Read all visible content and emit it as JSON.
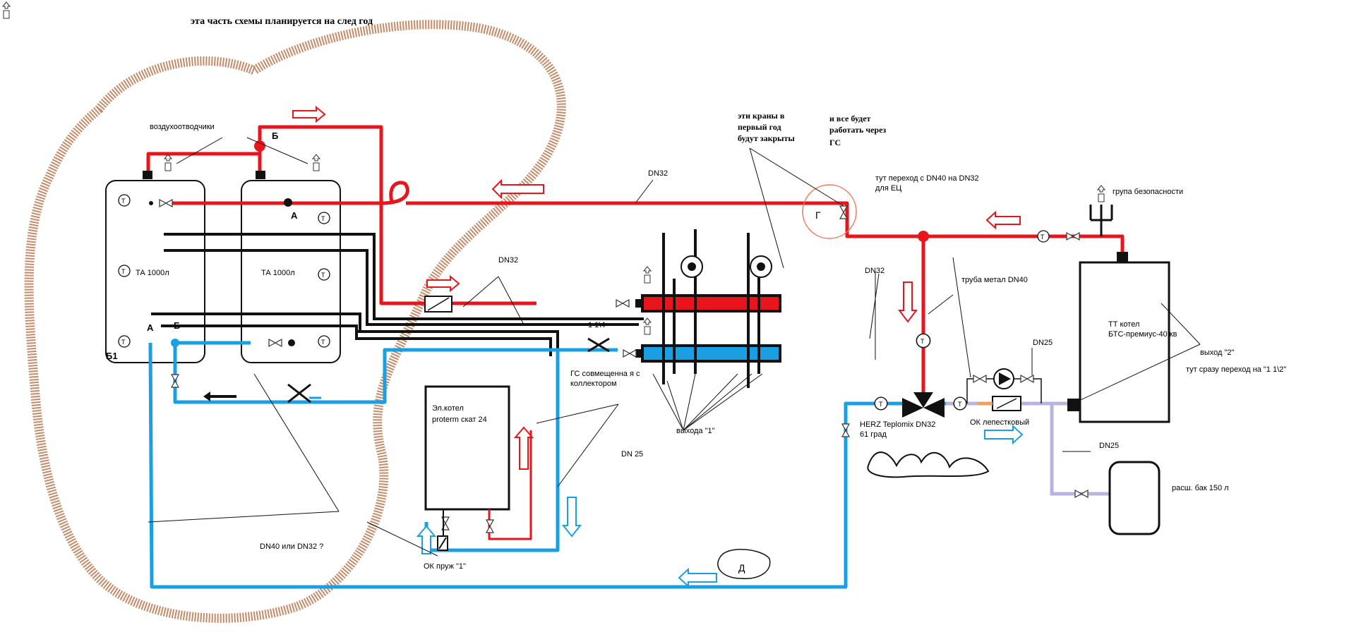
{
  "title": "эта часть схемы планируется на след год",
  "colors": {
    "hot": "#e8161c",
    "cold": "#1aa0e2",
    "black": "#111111",
    "lilac": "#b7b4e0",
    "orange_outline": "#f07c5c",
    "doodle": "#c58a68"
  },
  "labels": {
    "air_vents": "воздухоотводчики",
    "node_b_top": "Б",
    "node_a": "А",
    "node_a_low": "А",
    "node_b_low": "Б",
    "node_b1": "Б1",
    "tank1": "ТА 1000л",
    "tank2": "ТА 1000л",
    "dn32_main": "DN32",
    "dn32_mid": "DN32",
    "dn32_right": "DN32",
    "valves_closed_1": "эти краны в",
    "valves_closed_2": "первый год",
    "valves_closed_3": "будут закрыты",
    "via_gs_1": "и все будет",
    "via_gs_2": "работать через",
    "via_gs_3": "ГС",
    "transition_1": "тут переход с DN40 на DN32",
    "transition_2": "для ЕЦ",
    "safety_group": "група безопасности",
    "node_g": "Г",
    "metal_pipe": "труба метал DN40",
    "tt_boiler_1": "ТТ котел",
    "tt_boiler_2": "БТС-премиус-40 кв",
    "outlet2": "выход \"2\"",
    "transition_1_1_2": "тут сразу переход на \"1 1\\2\"",
    "dn25_pump": "DN25",
    "dn25_lower": "DN25",
    "herz_1": "HERZ Teplomix DN32",
    "herz_2": "61 град",
    "ok_petal": "ОК лепестковый",
    "exp_tank": "расш. бак 150 л",
    "gs_1": "ГС совмещенна я с",
    "gs_2": "коллектором",
    "size_1_1_4": "1 1\\4",
    "outputs1": "выхода \"1\"",
    "el_boiler_1": "Эл.котел",
    "el_boiler_2": "proterm скат 24",
    "dn25_el": "DN 25",
    "dn40_or_dn32": "DN40 или DN32 ?",
    "ok_spring": "ОК пруж \"1\"",
    "node_d": "Д",
    "gauge": "Т"
  }
}
